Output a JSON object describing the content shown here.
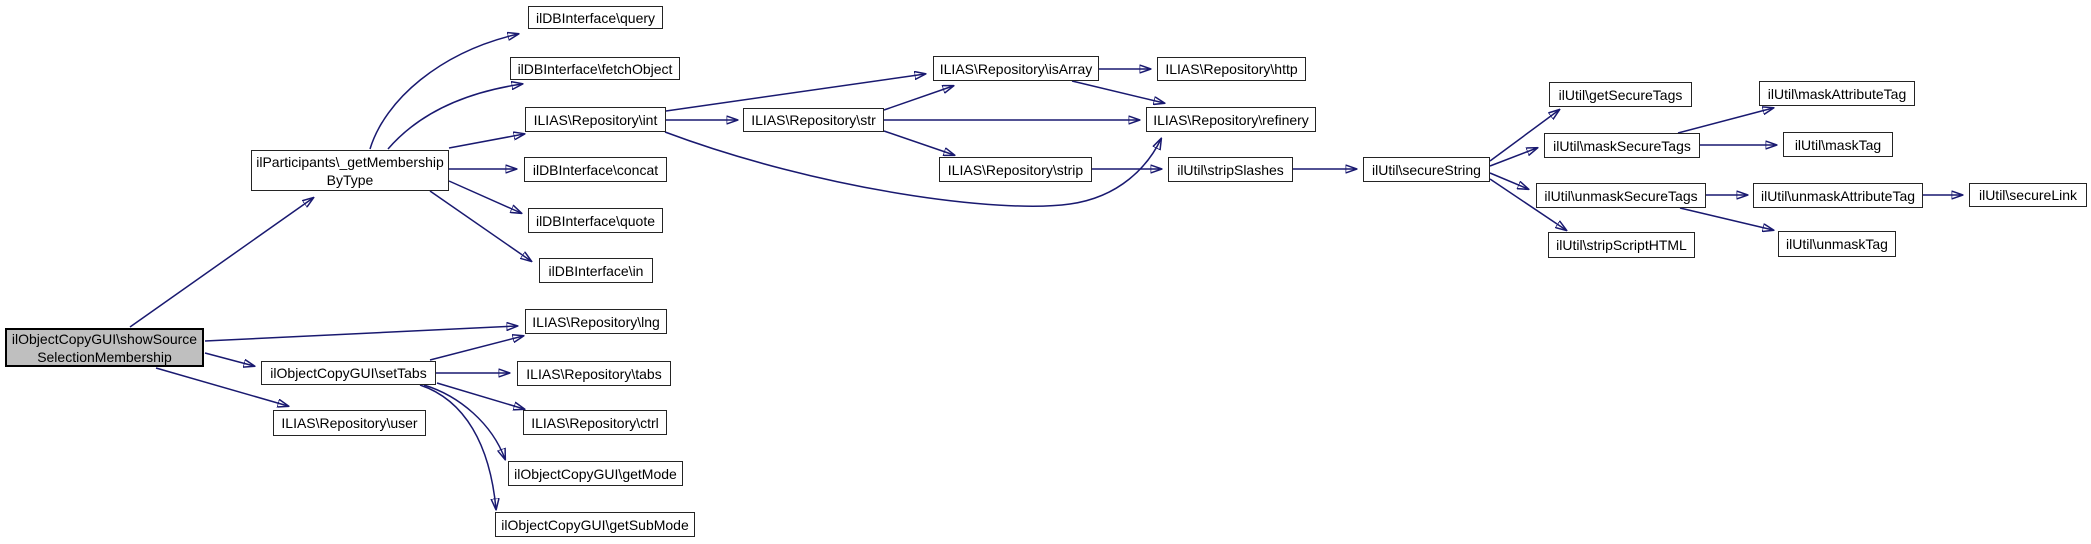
{
  "graph": {
    "type": "call-graph",
    "background_color": "#ffffff",
    "edge_color": "#191970",
    "node_border_color": "#242424",
    "node_fill": "#ffffff",
    "highlight_node_fill": "#bfbfbf",
    "nodes": {
      "showSourceSelectionMembership": {
        "line1": "ilObjectCopyGUI\\showSource",
        "line2": "SelectionMembership"
      },
      "getMembershipByType": {
        "line1": "ilParticipants\\_getMembership",
        "line2": "ByType"
      },
      "query": {
        "label": "ilDBInterface\\query"
      },
      "fetchObject": {
        "label": "ilDBInterface\\fetchObject"
      },
      "int": {
        "label": "ILIAS\\Repository\\int"
      },
      "concat": {
        "label": "ilDBInterface\\concat"
      },
      "quote": {
        "label": "ilDBInterface\\quote"
      },
      "in": {
        "label": "ilDBInterface\\in"
      },
      "lng": {
        "label": "ILIAS\\Repository\\lng"
      },
      "setTabs": {
        "label": "ilObjectCopyGUI\\setTabs"
      },
      "user": {
        "label": "ILIAS\\Repository\\user"
      },
      "tabs": {
        "label": "ILIAS\\Repository\\tabs"
      },
      "ctrl": {
        "label": "ILIAS\\Repository\\ctrl"
      },
      "getMode": {
        "label": "ilObjectCopyGUI\\getMode"
      },
      "getSubMode": {
        "label": "ilObjectCopyGUI\\getSubMode"
      },
      "str": {
        "label": "ILIAS\\Repository\\str"
      },
      "isArray": {
        "label": "ILIAS\\Repository\\isArray"
      },
      "strip": {
        "label": "ILIAS\\Repository\\strip"
      },
      "http": {
        "label": "ILIAS\\Repository\\http"
      },
      "refinery": {
        "label": "ILIAS\\Repository\\refinery"
      },
      "stripSlashes": {
        "label": "ilUtil\\stripSlashes"
      },
      "secureString": {
        "label": "ilUtil\\secureString"
      },
      "getSecureTags": {
        "label": "ilUtil\\getSecureTags"
      },
      "maskSecureTags": {
        "label": "ilUtil\\maskSecureTags"
      },
      "unmaskSecureTags": {
        "label": "ilUtil\\unmaskSecureTags"
      },
      "stripScriptHTML": {
        "label": "ilUtil\\stripScriptHTML"
      },
      "maskAttributeTag": {
        "label": "ilUtil\\maskAttributeTag"
      },
      "maskTag": {
        "label": "ilUtil\\maskTag"
      },
      "unmaskAttributeTag": {
        "label": "ilUtil\\unmaskAttributeTag"
      },
      "unmaskTag": {
        "label": "ilUtil\\unmaskTag"
      },
      "secureLink": {
        "label": "ilUtil\\secureLink"
      }
    },
    "edges": [
      {
        "from": "showSourceSelectionMembership",
        "to": "getMembershipByType"
      },
      {
        "from": "showSourceSelectionMembership",
        "to": "lng"
      },
      {
        "from": "showSourceSelectionMembership",
        "to": "setTabs"
      },
      {
        "from": "showSourceSelectionMembership",
        "to": "user"
      },
      {
        "from": "getMembershipByType",
        "to": "query"
      },
      {
        "from": "getMembershipByType",
        "to": "fetchObject"
      },
      {
        "from": "getMembershipByType",
        "to": "int"
      },
      {
        "from": "getMembershipByType",
        "to": "concat"
      },
      {
        "from": "getMembershipByType",
        "to": "quote"
      },
      {
        "from": "getMembershipByType",
        "to": "in"
      },
      {
        "from": "int",
        "to": "str"
      },
      {
        "from": "int",
        "to": "isArray"
      },
      {
        "from": "int",
        "to": "refinery"
      },
      {
        "from": "str",
        "to": "isArray"
      },
      {
        "from": "str",
        "to": "refinery"
      },
      {
        "from": "str",
        "to": "strip"
      },
      {
        "from": "isArray",
        "to": "http"
      },
      {
        "from": "isArray",
        "to": "refinery"
      },
      {
        "from": "strip",
        "to": "stripSlashes"
      },
      {
        "from": "stripSlashes",
        "to": "secureString"
      },
      {
        "from": "secureString",
        "to": "getSecureTags"
      },
      {
        "from": "secureString",
        "to": "maskSecureTags"
      },
      {
        "from": "secureString",
        "to": "unmaskSecureTags"
      },
      {
        "from": "secureString",
        "to": "stripScriptHTML"
      },
      {
        "from": "maskSecureTags",
        "to": "maskAttributeTag"
      },
      {
        "from": "maskSecureTags",
        "to": "maskTag"
      },
      {
        "from": "unmaskSecureTags",
        "to": "unmaskAttributeTag"
      },
      {
        "from": "unmaskSecureTags",
        "to": "unmaskTag"
      },
      {
        "from": "unmaskAttributeTag",
        "to": "secureLink"
      },
      {
        "from": "setTabs",
        "to": "lng"
      },
      {
        "from": "setTabs",
        "to": "tabs"
      },
      {
        "from": "setTabs",
        "to": "ctrl"
      },
      {
        "from": "setTabs",
        "to": "getMode"
      },
      {
        "from": "setTabs",
        "to": "getSubMode"
      }
    ]
  }
}
